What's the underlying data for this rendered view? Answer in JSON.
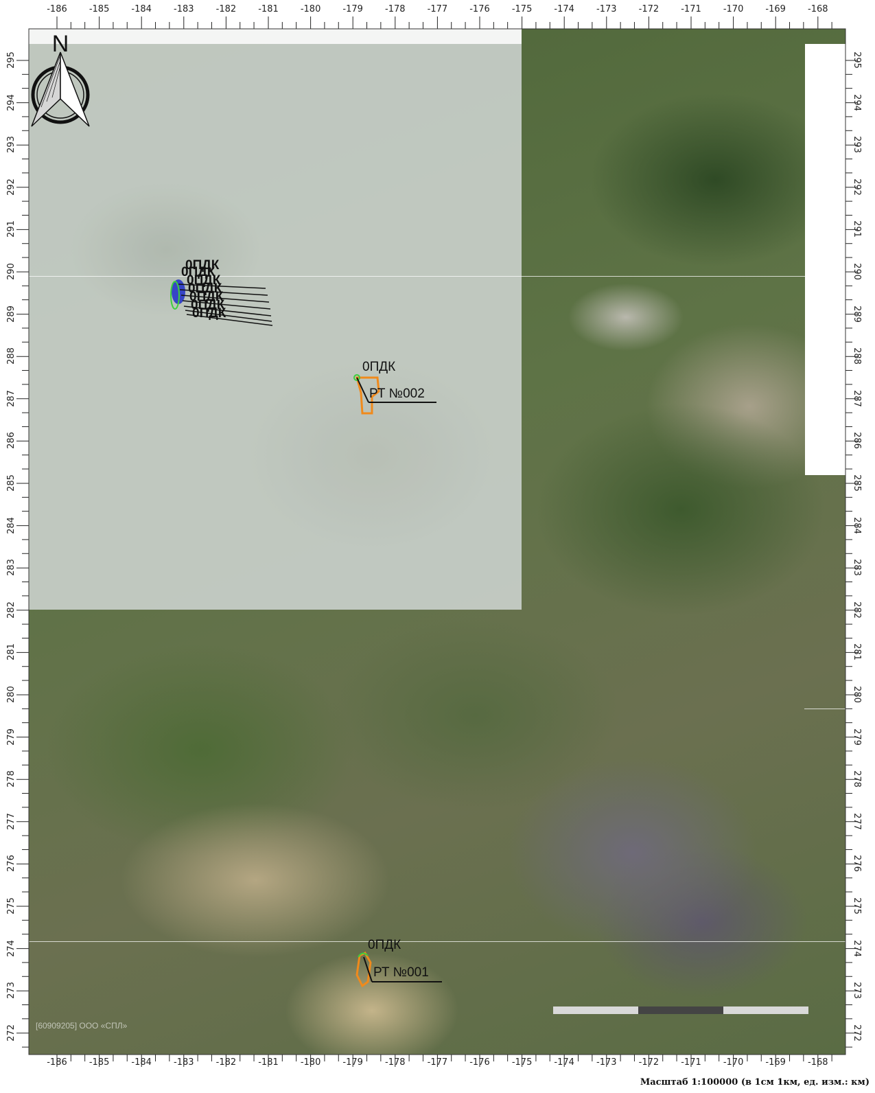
{
  "map": {
    "x_ticks": [
      "-186",
      "-185",
      "-184",
      "-183",
      "-182",
      "-181",
      "-180",
      "-179",
      "-178",
      "-177",
      "-176",
      "-175",
      "-174",
      "-173",
      "-172",
      "-171",
      "-170",
      "-169",
      "-168"
    ],
    "y_ticks": [
      "295",
      "294",
      "293",
      "292",
      "291",
      "290",
      "289",
      "288",
      "287",
      "286",
      "285",
      "284",
      "283",
      "282",
      "281",
      "280",
      "279",
      "278",
      "277",
      "276",
      "275",
      "274",
      "273",
      "272"
    ],
    "north_arrow_label": "N",
    "labels": {
      "site_002_name": "0ПДК",
      "site_002_id": "РТ №002",
      "site_001_name": "0ПДК",
      "site_001_id": "РТ №001",
      "cluster_label": "0ПДК"
    },
    "watermark": "[60909205] ООО «СПЛ»",
    "scale_caption": "Масштаб 1:100000 (в 1см 1км, ед. изм.: км)",
    "colors": {
      "site_outline": "#f08a1c",
      "pdk_point": "#3dcf3d",
      "cluster_fill": "#1f2fc8",
      "label_text": "#111111"
    }
  }
}
